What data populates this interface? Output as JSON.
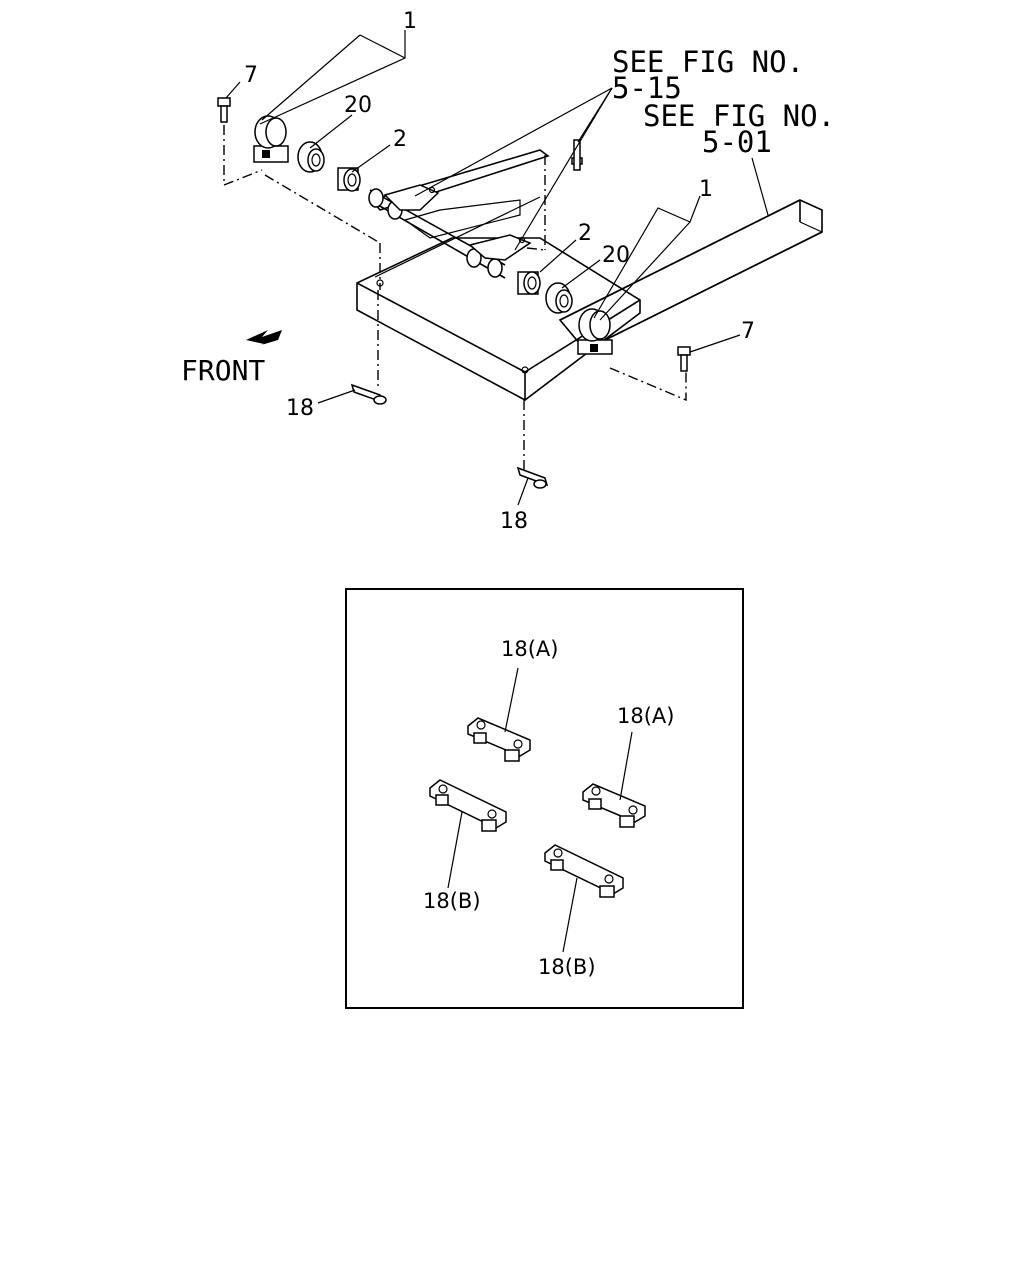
{
  "labels": {
    "see_fig_1_line1": "SEE FIG NO.",
    "see_fig_1_line2": "5-15",
    "see_fig_2_line1": "SEE FIG NO.",
    "see_fig_2_line2": "5-01",
    "front": "FRONT",
    "part_1_left": "1",
    "part_1_right": "1",
    "part_2_left": "2",
    "part_2_right": "2",
    "part_7_left": "7",
    "part_7_right": "7",
    "part_20_left": "20",
    "part_20_right": "20",
    "part_18_left": "18",
    "part_18_bottom": "18"
  },
  "detail": {
    "items": [
      {
        "label": "18(A)"
      },
      {
        "label": "18(A)"
      },
      {
        "label": "18(B)"
      },
      {
        "label": "18(B)"
      }
    ]
  }
}
